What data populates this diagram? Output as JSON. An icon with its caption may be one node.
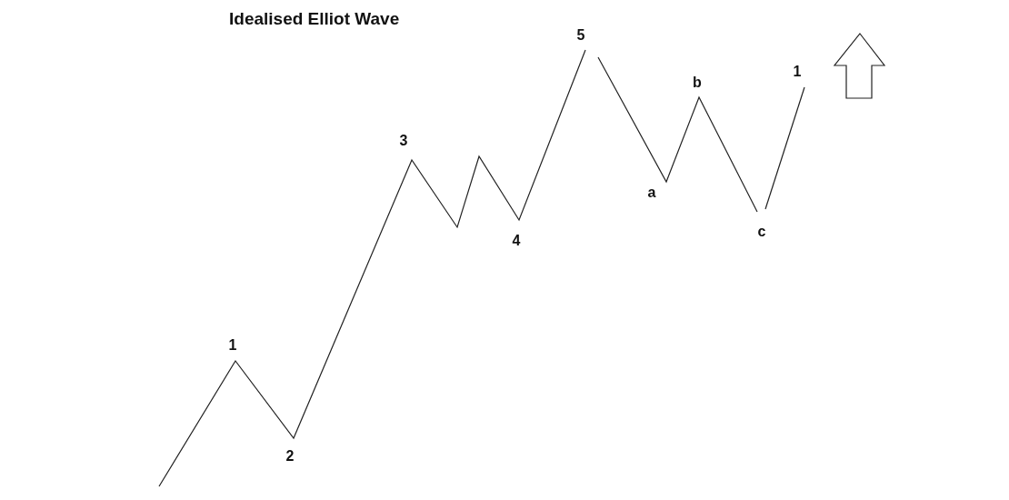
{
  "diagram": {
    "title": "Idealised Elliot Wave",
    "labels": [
      "1",
      "2",
      "3",
      "4",
      "5",
      "a",
      "b",
      "c",
      "1"
    ]
  }
}
